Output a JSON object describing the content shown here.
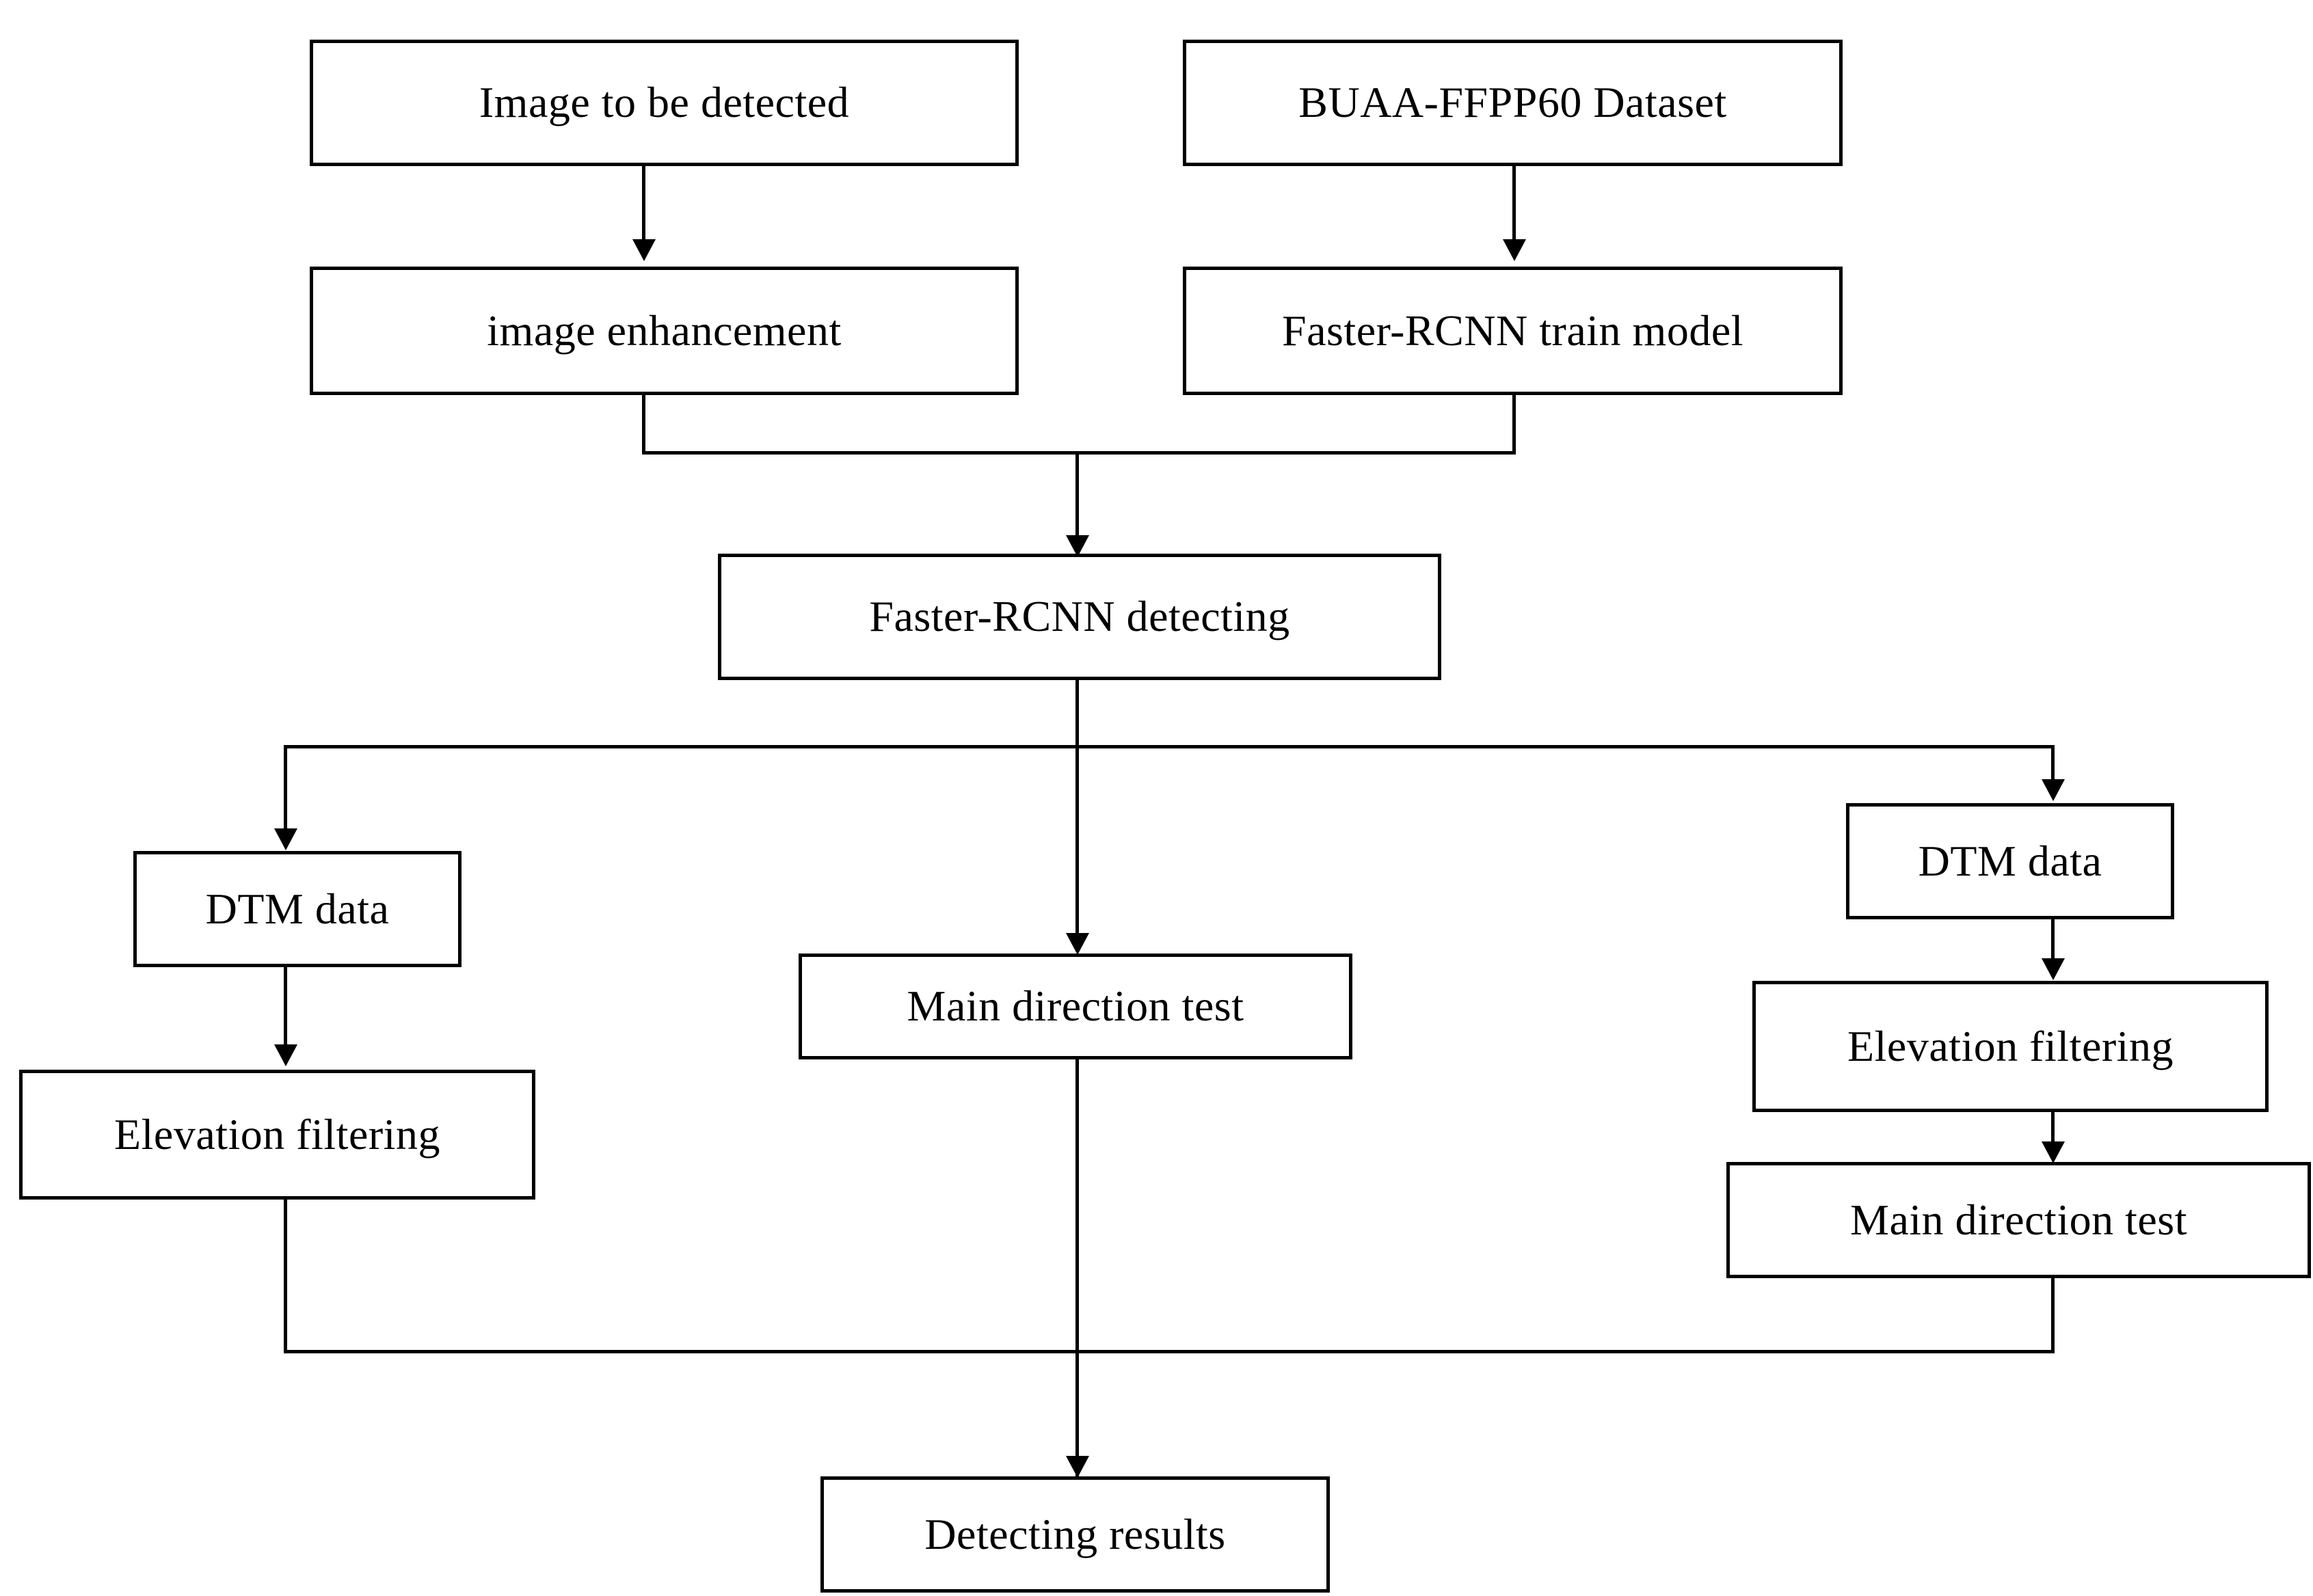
{
  "diagram": {
    "title": "Faster-RCNN detection workflow flowchart",
    "colors": {
      "stroke": "#000000",
      "fill": "#ffffff",
      "text": "#000000"
    },
    "nodes": {
      "image_to_be_detected": "Image to be detected",
      "buaa_dataset": "BUAA-FFPP60 Dataset",
      "image_enhancement": "image enhancement",
      "faster_rcnn_train_model": "Faster-RCNN train model",
      "faster_rcnn_detecting": "Faster-RCNN detecting",
      "dtm_data_left": "DTM data",
      "elevation_filtering_left": "Elevation filtering",
      "main_direction_test_center": "Main direction test",
      "dtm_data_right": "DTM data",
      "elevation_filtering_right": "Elevation filtering",
      "main_direction_test_right": "Main direction test",
      "detecting_results": "Detecting results"
    },
    "edges": [
      {
        "from": "image_to_be_detected",
        "to": "image_enhancement"
      },
      {
        "from": "buaa_dataset",
        "to": "faster_rcnn_train_model"
      },
      {
        "from": "image_enhancement",
        "to": "faster_rcnn_detecting"
      },
      {
        "from": "faster_rcnn_train_model",
        "to": "faster_rcnn_detecting"
      },
      {
        "from": "faster_rcnn_detecting",
        "to": "dtm_data_left"
      },
      {
        "from": "faster_rcnn_detecting",
        "to": "main_direction_test_center"
      },
      {
        "from": "faster_rcnn_detecting",
        "to": "dtm_data_right"
      },
      {
        "from": "dtm_data_left",
        "to": "elevation_filtering_left"
      },
      {
        "from": "dtm_data_right",
        "to": "elevation_filtering_right"
      },
      {
        "from": "elevation_filtering_right",
        "to": "main_direction_test_right"
      },
      {
        "from": "elevation_filtering_left",
        "to": "detecting_results"
      },
      {
        "from": "main_direction_test_center",
        "to": "detecting_results"
      },
      {
        "from": "main_direction_test_right",
        "to": "detecting_results"
      }
    ]
  }
}
